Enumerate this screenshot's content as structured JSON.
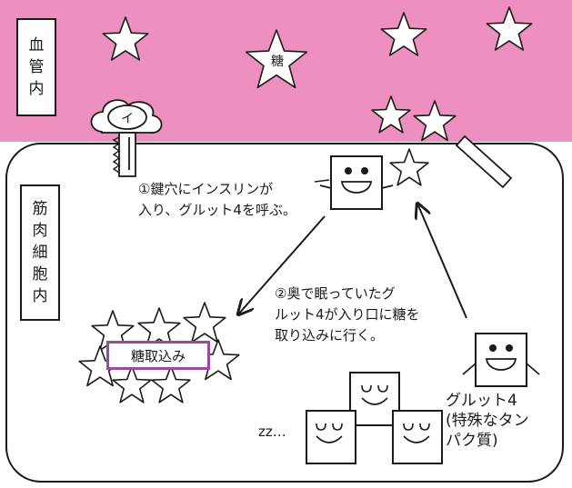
{
  "colors": {
    "blood_background": "#ee90bf",
    "outline": "#1a1a1a",
    "uptake_box_border": "#9b4aa0"
  },
  "labels": {
    "blood": [
      "血",
      "管",
      "内"
    ],
    "cell": [
      "筋",
      "肉",
      "細",
      "胞",
      "内"
    ]
  },
  "insulin_key_letter": "イ",
  "sugar_star_label": "糖",
  "step1": [
    "①鍵穴にインスリンが",
    "入り、グルット4を呼ぶ。"
  ],
  "step2": [
    "②奥で眠っていたグ",
    "ルット4が入り口に糖を",
    "取り込みに行く。"
  ],
  "uptake_label": "糖取込み",
  "sleep_text": "zz…",
  "glut_caption": [
    "グルット4",
    "(特殊なタン",
    "パク質)"
  ],
  "icons": [
    "star-icon",
    "key-icon",
    "glut4-box-icon",
    "sleeping-glut4-icon",
    "arrow-icon"
  ]
}
